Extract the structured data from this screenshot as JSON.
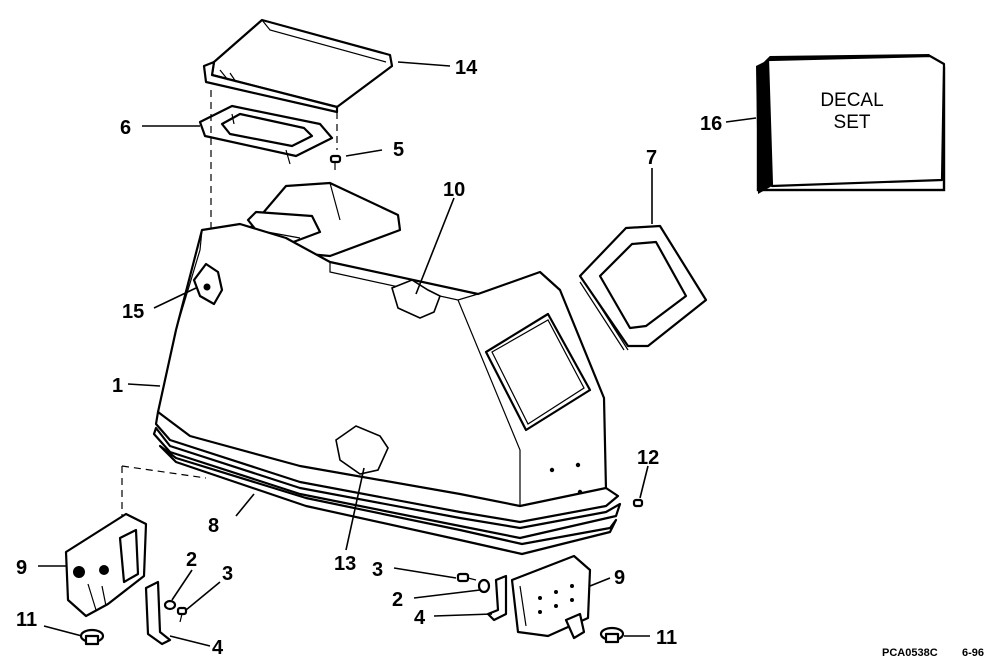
{
  "diagram": {
    "callouts": {
      "c1": "1",
      "c2a": "2",
      "c2b": "2",
      "c3a": "3",
      "c3b": "3",
      "c4a": "4",
      "c4b": "4",
      "c5": "5",
      "c6": "6",
      "c7": "7",
      "c8": "8",
      "c9a": "9",
      "c9b": "9",
      "c10": "10",
      "c11a": "11",
      "c11b": "11",
      "c12": "12",
      "c13": "13",
      "c14": "14",
      "c15": "15",
      "c16": "16"
    },
    "decal_box": {
      "line1": "DECAL",
      "line2": "SET"
    },
    "footer": {
      "part_code": "PCA0538C",
      "date": "6-96"
    }
  }
}
